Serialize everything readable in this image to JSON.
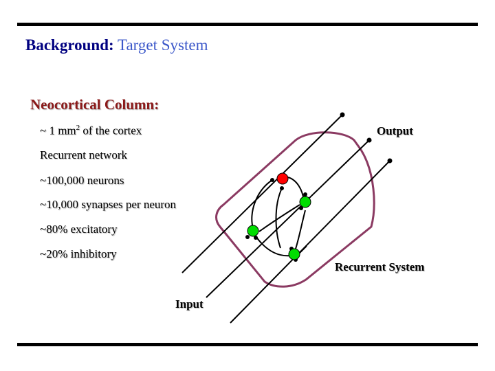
{
  "slide": {
    "title_lead": "Background:",
    "title_rest": "Target System",
    "heading": "Neocortical Column:",
    "bullets": {
      "area_prefix": "~ 1 mm",
      "area_sup": "2",
      "area_suffix": " of the cortex",
      "recurrent": "Recurrent network",
      "neurons": "~100,000 neurons",
      "synapses": "~10,000 synapses per neuron",
      "excitatory": "~80% excitatory",
      "inhibitory": "~20% inhibitory"
    }
  },
  "diagram": {
    "output_label": "Output",
    "recurrent_label": "Recurrent System",
    "input_label": "Input",
    "colors": {
      "cylinder": "#8b3a62",
      "inhibitory_neuron": "#ff0000",
      "excitatory_neuron": "#00dd00",
      "wire": "#000000"
    }
  }
}
